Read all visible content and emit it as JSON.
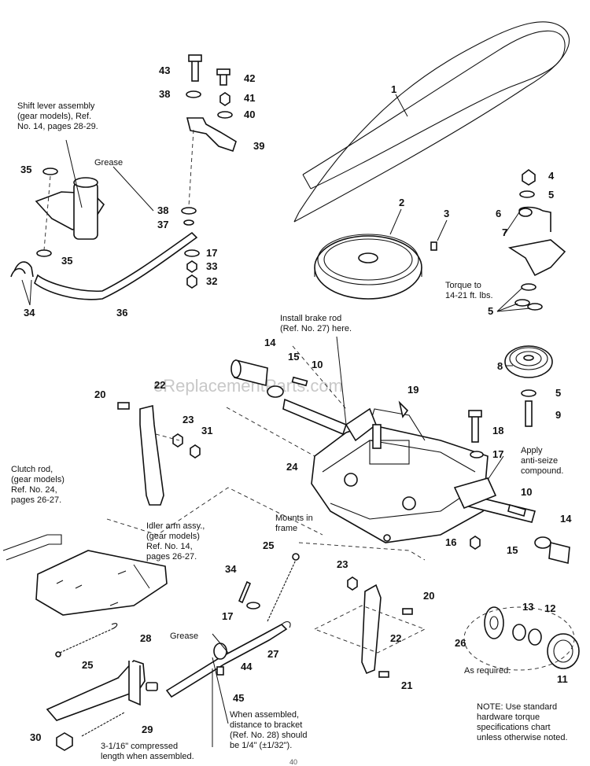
{
  "watermark": "eReplacementParts.com",
  "footer_number": "40",
  "notes": {
    "shift_lever": [
      "Shift lever assembly",
      "(gear models), Ref.",
      "No. 14, pages 28-29."
    ],
    "grease_top": "Grease",
    "torque": [
      "Torque to",
      "14-21 ft. lbs."
    ],
    "brake_rod": [
      "Install brake rod",
      "(Ref. No. 27) here."
    ],
    "anti_seize": [
      "Apply",
      "anti-seize",
      "compound."
    ],
    "clutch_rod": [
      "Clutch rod,",
      "(gear models)",
      "Ref. No. 24,",
      "pages 26-27."
    ],
    "idler_arm": [
      "Idler arm assy.,",
      "(gear models)",
      "Ref. No. 14,",
      "pages 26-27."
    ],
    "mounts": [
      "Mounts in",
      "frame"
    ],
    "grease_bottom": "Grease",
    "as_required": "As required.",
    "when_assembled": [
      "When assembled,",
      "distance to bracket",
      "(Ref. No. 28) should",
      "be 1/4\" (±1/32\")."
    ],
    "compressed": [
      "3-1/16\" compressed",
      "length when assembled."
    ],
    "torque_chart": [
      "NOTE:  Use standard",
      "hardware torque",
      "specifications chart",
      "unless otherwise noted."
    ]
  },
  "callouts": [
    {
      "id": "c1",
      "text": "1"
    },
    {
      "id": "c2",
      "text": "2"
    },
    {
      "id": "c3",
      "text": "3"
    },
    {
      "id": "c4",
      "text": "4"
    },
    {
      "id": "c5a",
      "text": "5"
    },
    {
      "id": "c6",
      "text": "6"
    },
    {
      "id": "c7",
      "text": "7"
    },
    {
      "id": "c5b",
      "text": "5"
    },
    {
      "id": "c8",
      "text": "8"
    },
    {
      "id": "c5c",
      "text": "5"
    },
    {
      "id": "c9",
      "text": "9"
    },
    {
      "id": "c43",
      "text": "43"
    },
    {
      "id": "c42",
      "text": "42"
    },
    {
      "id": "c38a",
      "text": "38"
    },
    {
      "id": "c41",
      "text": "41"
    },
    {
      "id": "c40",
      "text": "40"
    },
    {
      "id": "c39",
      "text": "39"
    },
    {
      "id": "c35a",
      "text": "35"
    },
    {
      "id": "c38b",
      "text": "38"
    },
    {
      "id": "c37",
      "text": "37"
    },
    {
      "id": "c35b",
      "text": "35"
    },
    {
      "id": "c17a",
      "text": "17"
    },
    {
      "id": "c33",
      "text": "33"
    },
    {
      "id": "c32",
      "text": "32"
    },
    {
      "id": "c34a",
      "text": "34"
    },
    {
      "id": "c36",
      "text": "36"
    },
    {
      "id": "c14a",
      "text": "14"
    },
    {
      "id": "c15a",
      "text": "15"
    },
    {
      "id": "c10a",
      "text": "10"
    },
    {
      "id": "c19",
      "text": "19"
    },
    {
      "id": "c22a",
      "text": "22"
    },
    {
      "id": "c20a",
      "text": "20"
    },
    {
      "id": "c23a",
      "text": "23"
    },
    {
      "id": "c31",
      "text": "31"
    },
    {
      "id": "c18",
      "text": "18"
    },
    {
      "id": "c17b",
      "text": "17"
    },
    {
      "id": "c24",
      "text": "24"
    },
    {
      "id": "c10b",
      "text": "10"
    },
    {
      "id": "c14b",
      "text": "14"
    },
    {
      "id": "c16",
      "text": "16"
    },
    {
      "id": "c15b",
      "text": "15"
    },
    {
      "id": "c25a",
      "text": "25"
    },
    {
      "id": "c34b",
      "text": "34"
    },
    {
      "id": "c17c",
      "text": "17"
    },
    {
      "id": "c23b",
      "text": "23"
    },
    {
      "id": "c20b",
      "text": "20"
    },
    {
      "id": "c22b",
      "text": "22"
    },
    {
      "id": "c21",
      "text": "21"
    },
    {
      "id": "c13",
      "text": "13"
    },
    {
      "id": "c12",
      "text": "12"
    },
    {
      "id": "c26",
      "text": "26"
    },
    {
      "id": "c11",
      "text": "11"
    },
    {
      "id": "c25b",
      "text": "25"
    },
    {
      "id": "c28",
      "text": "28"
    },
    {
      "id": "c27",
      "text": "27"
    },
    {
      "id": "c44",
      "text": "44"
    },
    {
      "id": "c45",
      "text": "45"
    },
    {
      "id": "c29",
      "text": "29"
    },
    {
      "id": "c30",
      "text": "30"
    }
  ]
}
